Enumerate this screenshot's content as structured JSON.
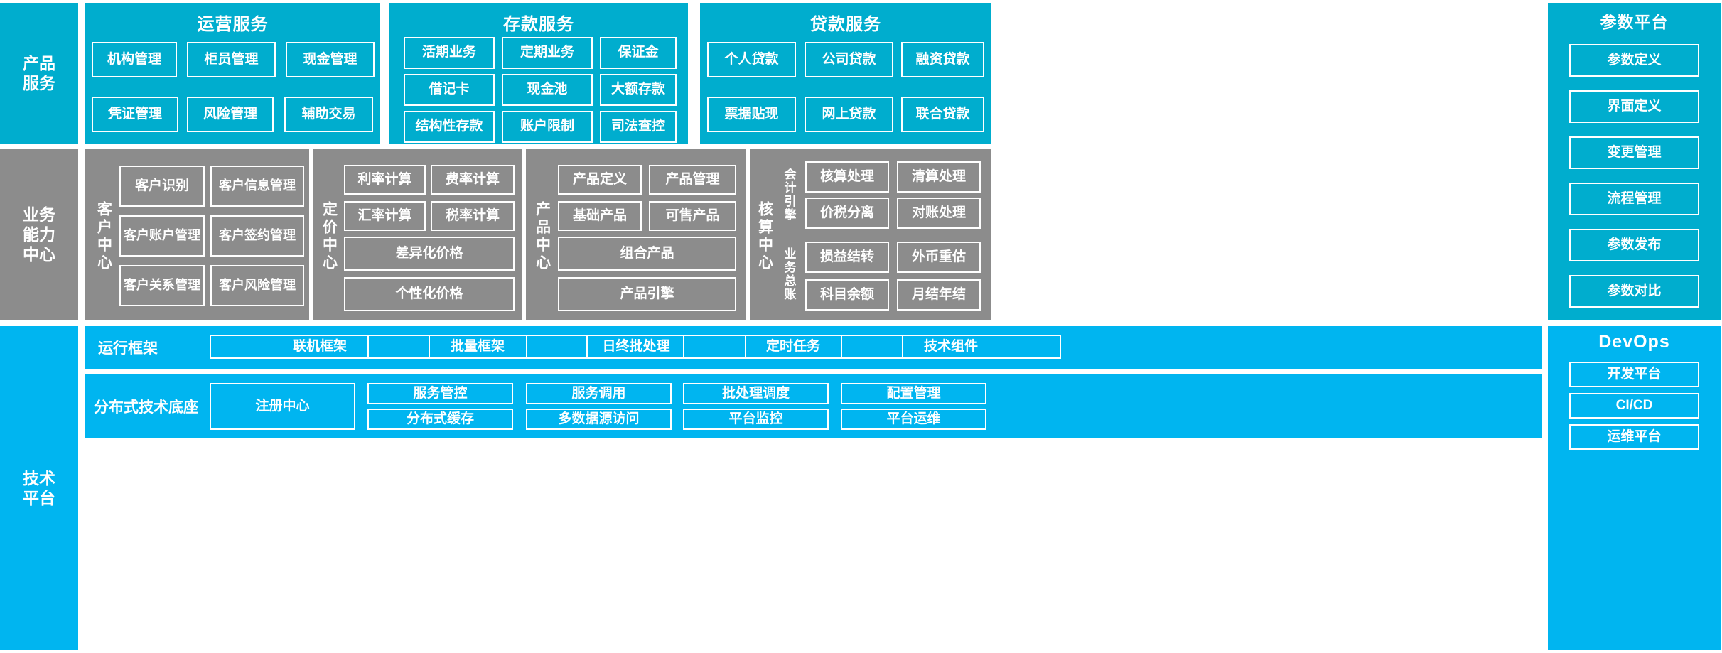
{
  "colors": {
    "teal": "#00ADCE",
    "gray": "#8C8C8C",
    "blue": "#00B5F0",
    "tile_border": "#FFFFFF",
    "text": "#FFFFFF"
  },
  "rows": {
    "product_service": {
      "label": "产品\n服务"
    },
    "business_capability": {
      "label": "业务\n能力\n中心"
    },
    "technical_platform": {
      "label": "技术\n平台"
    }
  },
  "product_service": {
    "groups": [
      {
        "title": "运营服务",
        "tiles": [
          "机构管理",
          "柜员管理",
          "现金管理",
          "凭证管理",
          "风险管理",
          "辅助交易"
        ]
      },
      {
        "title": "存款服务",
        "tiles": [
          "活期业务",
          "定期业务",
          "保证金",
          "借记卡",
          "现金池",
          "大额存款",
          "结构性存款",
          "账户限制",
          "司法查控"
        ]
      },
      {
        "title": "贷款服务",
        "tiles": [
          "个人贷款",
          "公司贷款",
          "融资贷款",
          "票据贴现",
          "网上贷款",
          "联合贷款"
        ]
      }
    ]
  },
  "parameter_platform": {
    "title": "参数平台",
    "tiles": [
      "参数定义",
      "界面定义",
      "变更管理",
      "流程管理",
      "参数发布",
      "参数对比"
    ]
  },
  "devops": {
    "title": "DevOps",
    "tiles": [
      "开发平台",
      "CI/CD",
      "运维平台"
    ]
  },
  "business_capability": {
    "centers": [
      {
        "name": "客户中心",
        "tiles": [
          "客户识别",
          "客户信息管理",
          "客户账户管理",
          "客户签约管理",
          "客户关系管理",
          "客户风险管理"
        ]
      },
      {
        "name": "定价中心",
        "tiles": [
          "利率计算",
          "费率计算",
          "汇率计算",
          "税率计算"
        ],
        "wide_tiles": [
          "差异化价格",
          "个性化价格"
        ]
      },
      {
        "name": "产品中心",
        "tiles": [
          "产品定义",
          "产品管理",
          "基础产品",
          "可售产品"
        ],
        "wide_tiles": [
          "组合产品",
          "产品引擎"
        ]
      },
      {
        "name": "核算中心",
        "sub_labels": [
          "会计引擎",
          "业务总账"
        ],
        "tiles": [
          "核算处理",
          "清算处理",
          "价税分离",
          "对账处理",
          "损益结转",
          "外币重估",
          "科目余额",
          "月结年结"
        ]
      }
    ]
  },
  "technical_platform": {
    "bands": [
      {
        "name": "运行框架",
        "tiles": [
          "联机框架",
          "批量框架",
          "日终批处理",
          "定时任务",
          "技术组件"
        ]
      },
      {
        "name": "分布式技术底座",
        "anchor_tile": "注册中心",
        "tiles_top": [
          "服务管控",
          "服务调用",
          "批处理调度",
          "配置管理"
        ],
        "tiles_bottom": [
          "分布式缓存",
          "多数据源访问",
          "平台监控",
          "平台运维"
        ]
      }
    ]
  }
}
